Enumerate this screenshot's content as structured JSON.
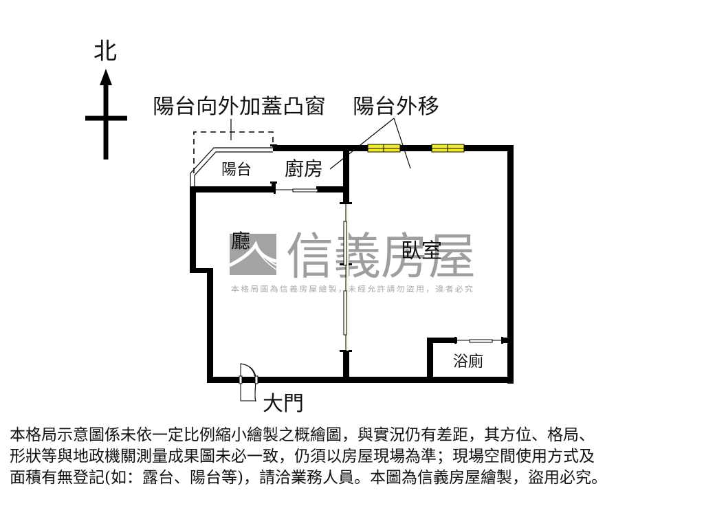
{
  "compass": {
    "north_label": "北"
  },
  "annotations": {
    "balcony_bay_window": "陽台向外加蓋凸窗",
    "balcony_moved_out": "陽台外移"
  },
  "rooms": {
    "balcony": "陽台",
    "kitchen": "廚房",
    "living_room": "廳",
    "bedroom": "臥室",
    "bathroom": "浴廁",
    "main_door": "大門"
  },
  "watermark": {
    "brand": "信義房屋",
    "notice": "本格局圖為信義房屋繪製，未經允許請勿盜用，違者必究"
  },
  "disclaimer": {
    "lines": [
      "本格局示意圖係未依一定比例縮小繪製之概繪圖，與實況仍有差距，其方位、格局、",
      "形狀等與地政機關測量成果圖未必一致，仍須以房屋現場為準；現場空間使用方式及",
      "面積有無登記(如：露台、陽台等)，請洽業務人員。本圖為信義房屋繪製，盜用必究。"
    ]
  },
  "colors": {
    "wall": "#000000",
    "window_fill": "#f2ec1a",
    "watermark_gray": "#9e9e9e",
    "sliding_door_tint": "#f7f7dc"
  }
}
